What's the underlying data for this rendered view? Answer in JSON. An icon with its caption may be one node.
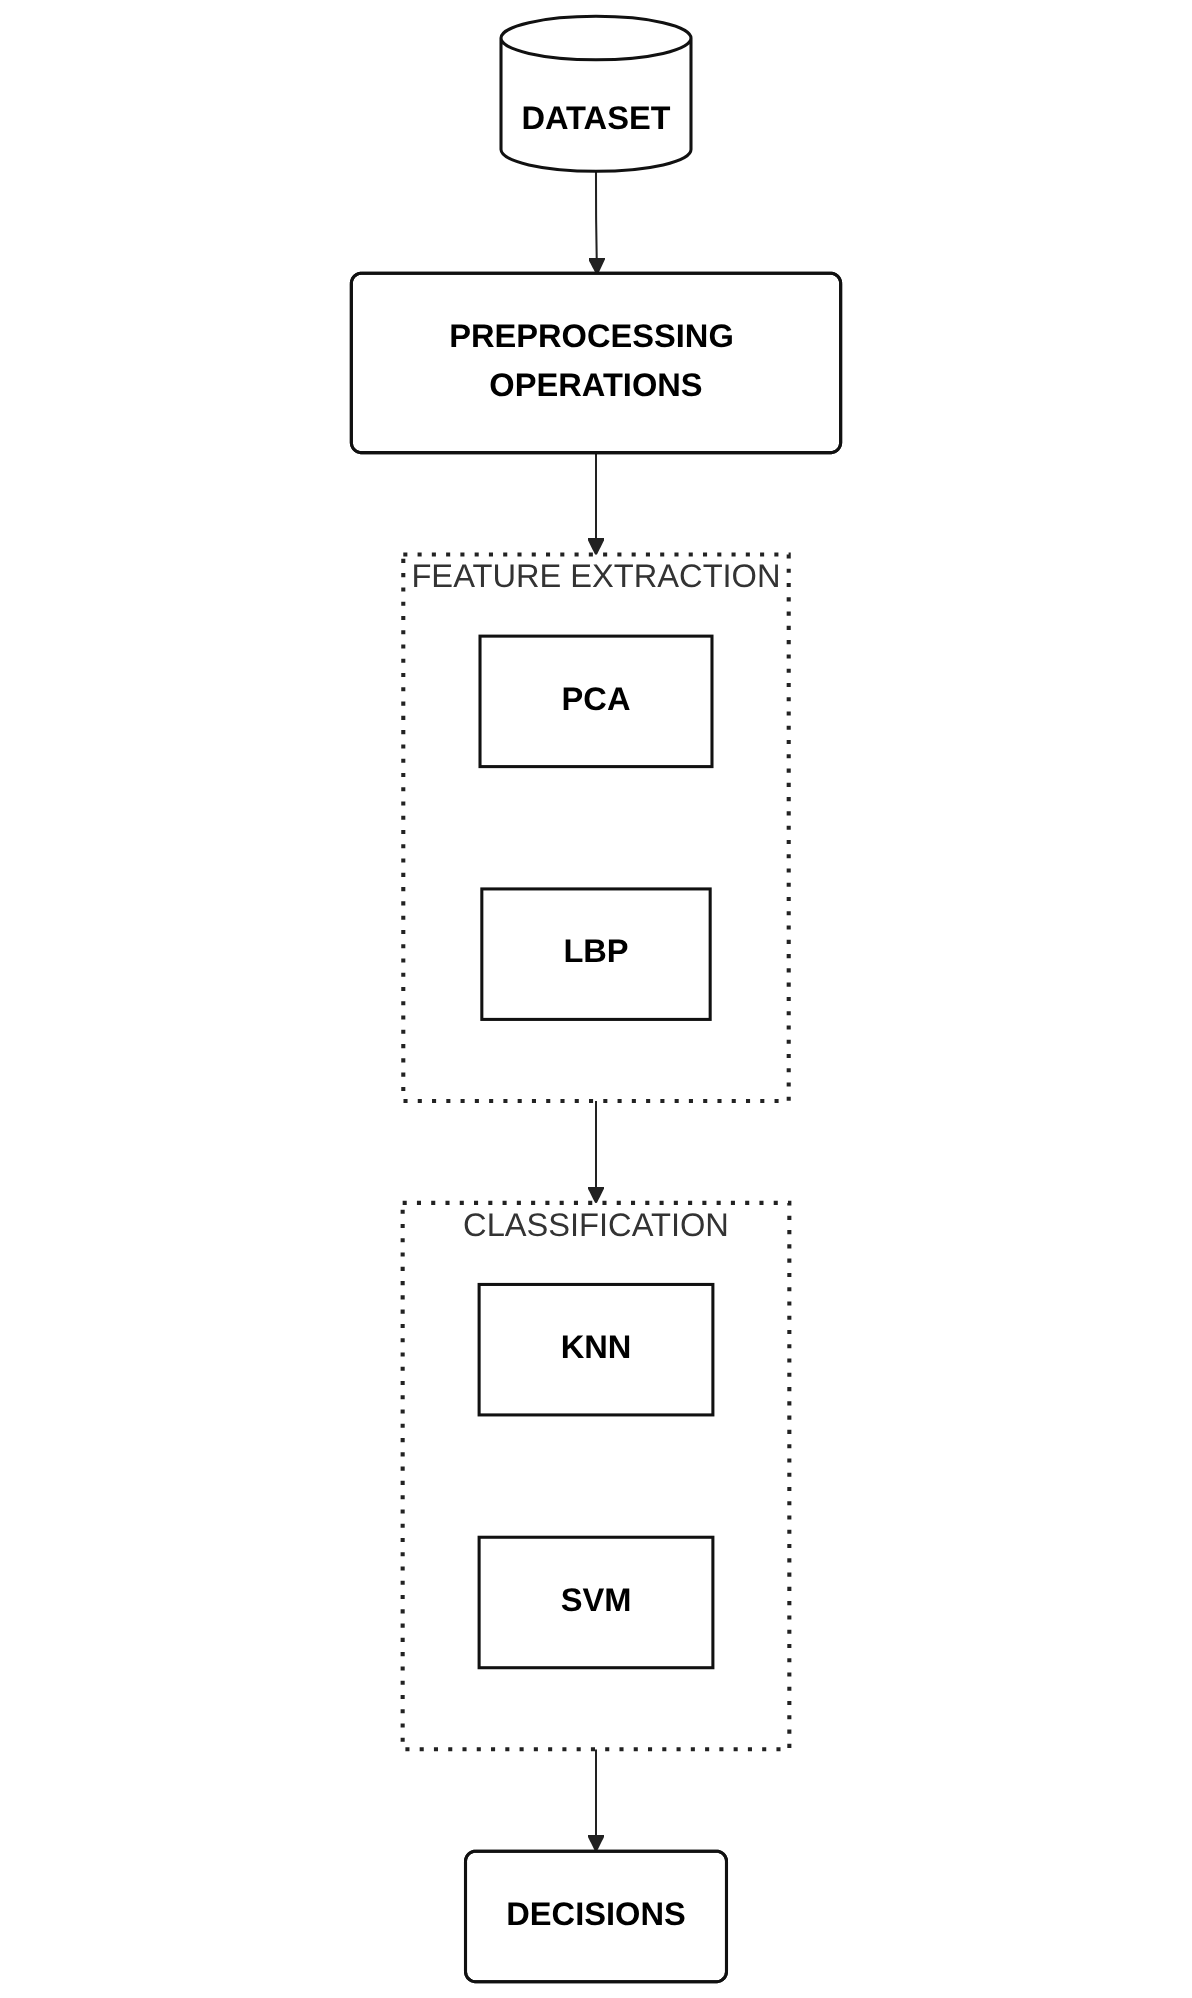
{
  "diagram": {
    "nodes": [
      {
        "text": [
          "DATASET"
        ]
      },
      {
        "text": [
          "PREPROCESSING OPERATIONS"
        ]
      },
      {
        "text": [
          "FEATURE EXTRACTION"
        ]
      },
      {
        "text": [
          "PCA"
        ],
        "in": 2
      },
      {
        "text": [
          "LBP"
        ],
        "in": 2
      },
      {
        "text": [
          "CLASSIFICATION"
        ]
      },
      {
        "text": [
          "KNN"
        ],
        "in": 5
      },
      {
        "text": [
          "SVM"
        ],
        "in": 5
      },
      {
        "text": [
          "DECISIONS"
        ]
      }
    ],
    "edges": [
      {
        "from": 0,
        "to": 1,
        "arrow": "to"
      },
      {
        "from": 1,
        "to": 2,
        "arrow": "to"
      },
      {
        "from": 2,
        "to": 5,
        "arrow": "to"
      },
      {
        "from": 5,
        "to": 8,
        "arrow": "to"
      }
    ]
  }
}
